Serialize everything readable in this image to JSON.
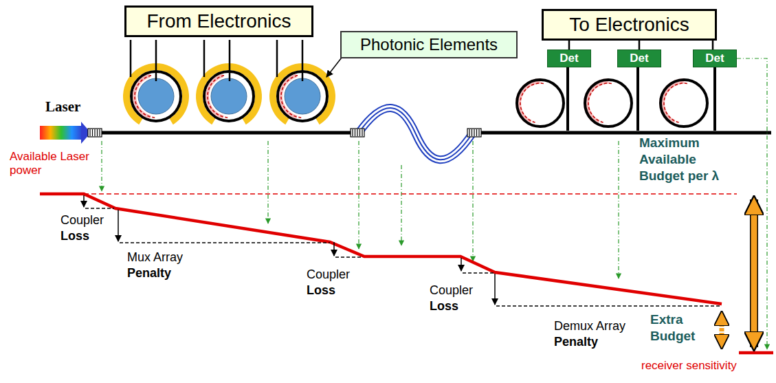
{
  "diagram": {
    "nodes": [
      {
        "text": [
          "From Electronics"
        ]
      },
      {
        "text": [
          "Photonic Elements"
        ]
      },
      {
        "text": [
          "To Electronics"
        ]
      },
      {
        "text": [
          "Det"
        ]
      },
      {
        "text": [
          "Det"
        ]
      },
      {
        "text": [
          "Det"
        ]
      }
    ],
    "edges": [
      {
        "from": 3,
        "to": 2,
        "arrow": "none"
      },
      {
        "from": 4,
        "to": 2,
        "arrow": "none"
      },
      {
        "from": 5,
        "to": 2,
        "arrow": "none"
      }
    ],
    "labels": [
      "Laser",
      "Available Laser power",
      "Coupler",
      "Loss",
      "Mux Array",
      "Penalty",
      "Coupler",
      "Loss",
      "Coupler",
      "Loss",
      "Demux Array",
      "Penalty",
      "Maximum Available Budget per λ",
      "Extra Budget",
      "receiver sensitivity"
    ]
  }
}
